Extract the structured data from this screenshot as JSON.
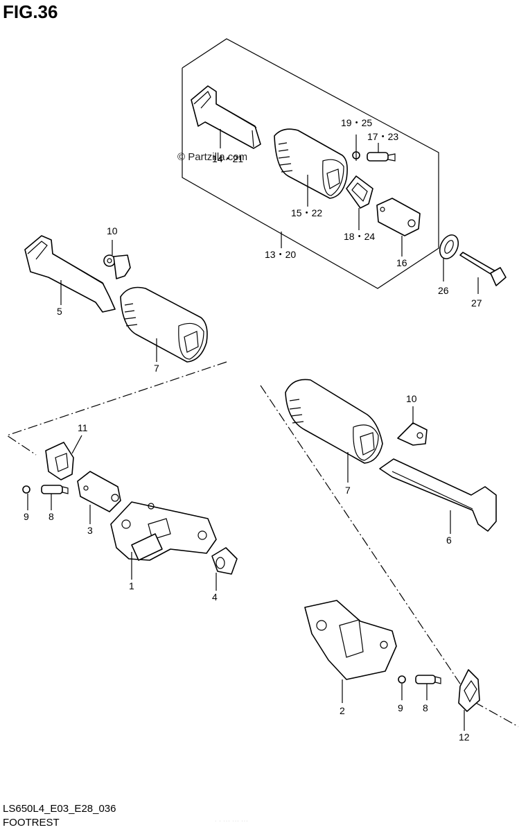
{
  "figure": {
    "title": "FIG.36",
    "code": "LS650L4_E03_E28_036",
    "name": "FOOTREST",
    "watermark": "Partzilla.com",
    "watermark_symbol": "©",
    "bottom_note": "· ·  ··· ···  ···"
  },
  "callouts": {
    "c1": "1",
    "c2": "2",
    "c3": "3",
    "c4": "4",
    "c5": "5",
    "c6": "6",
    "c7a": "7",
    "c7b": "7",
    "c8a": "8",
    "c8b": "8",
    "c9a": "9",
    "c9b": "9",
    "c10a": "10",
    "c10b": "10",
    "c11": "11",
    "c12": "12",
    "c13_20": "13・20",
    "c14_21": "14・21",
    "c15_22": "15・22",
    "c16": "16",
    "c17_23": "17・23",
    "c18_24": "18・24",
    "c19_25": "19・25",
    "c26": "26",
    "c27": "27"
  }
}
